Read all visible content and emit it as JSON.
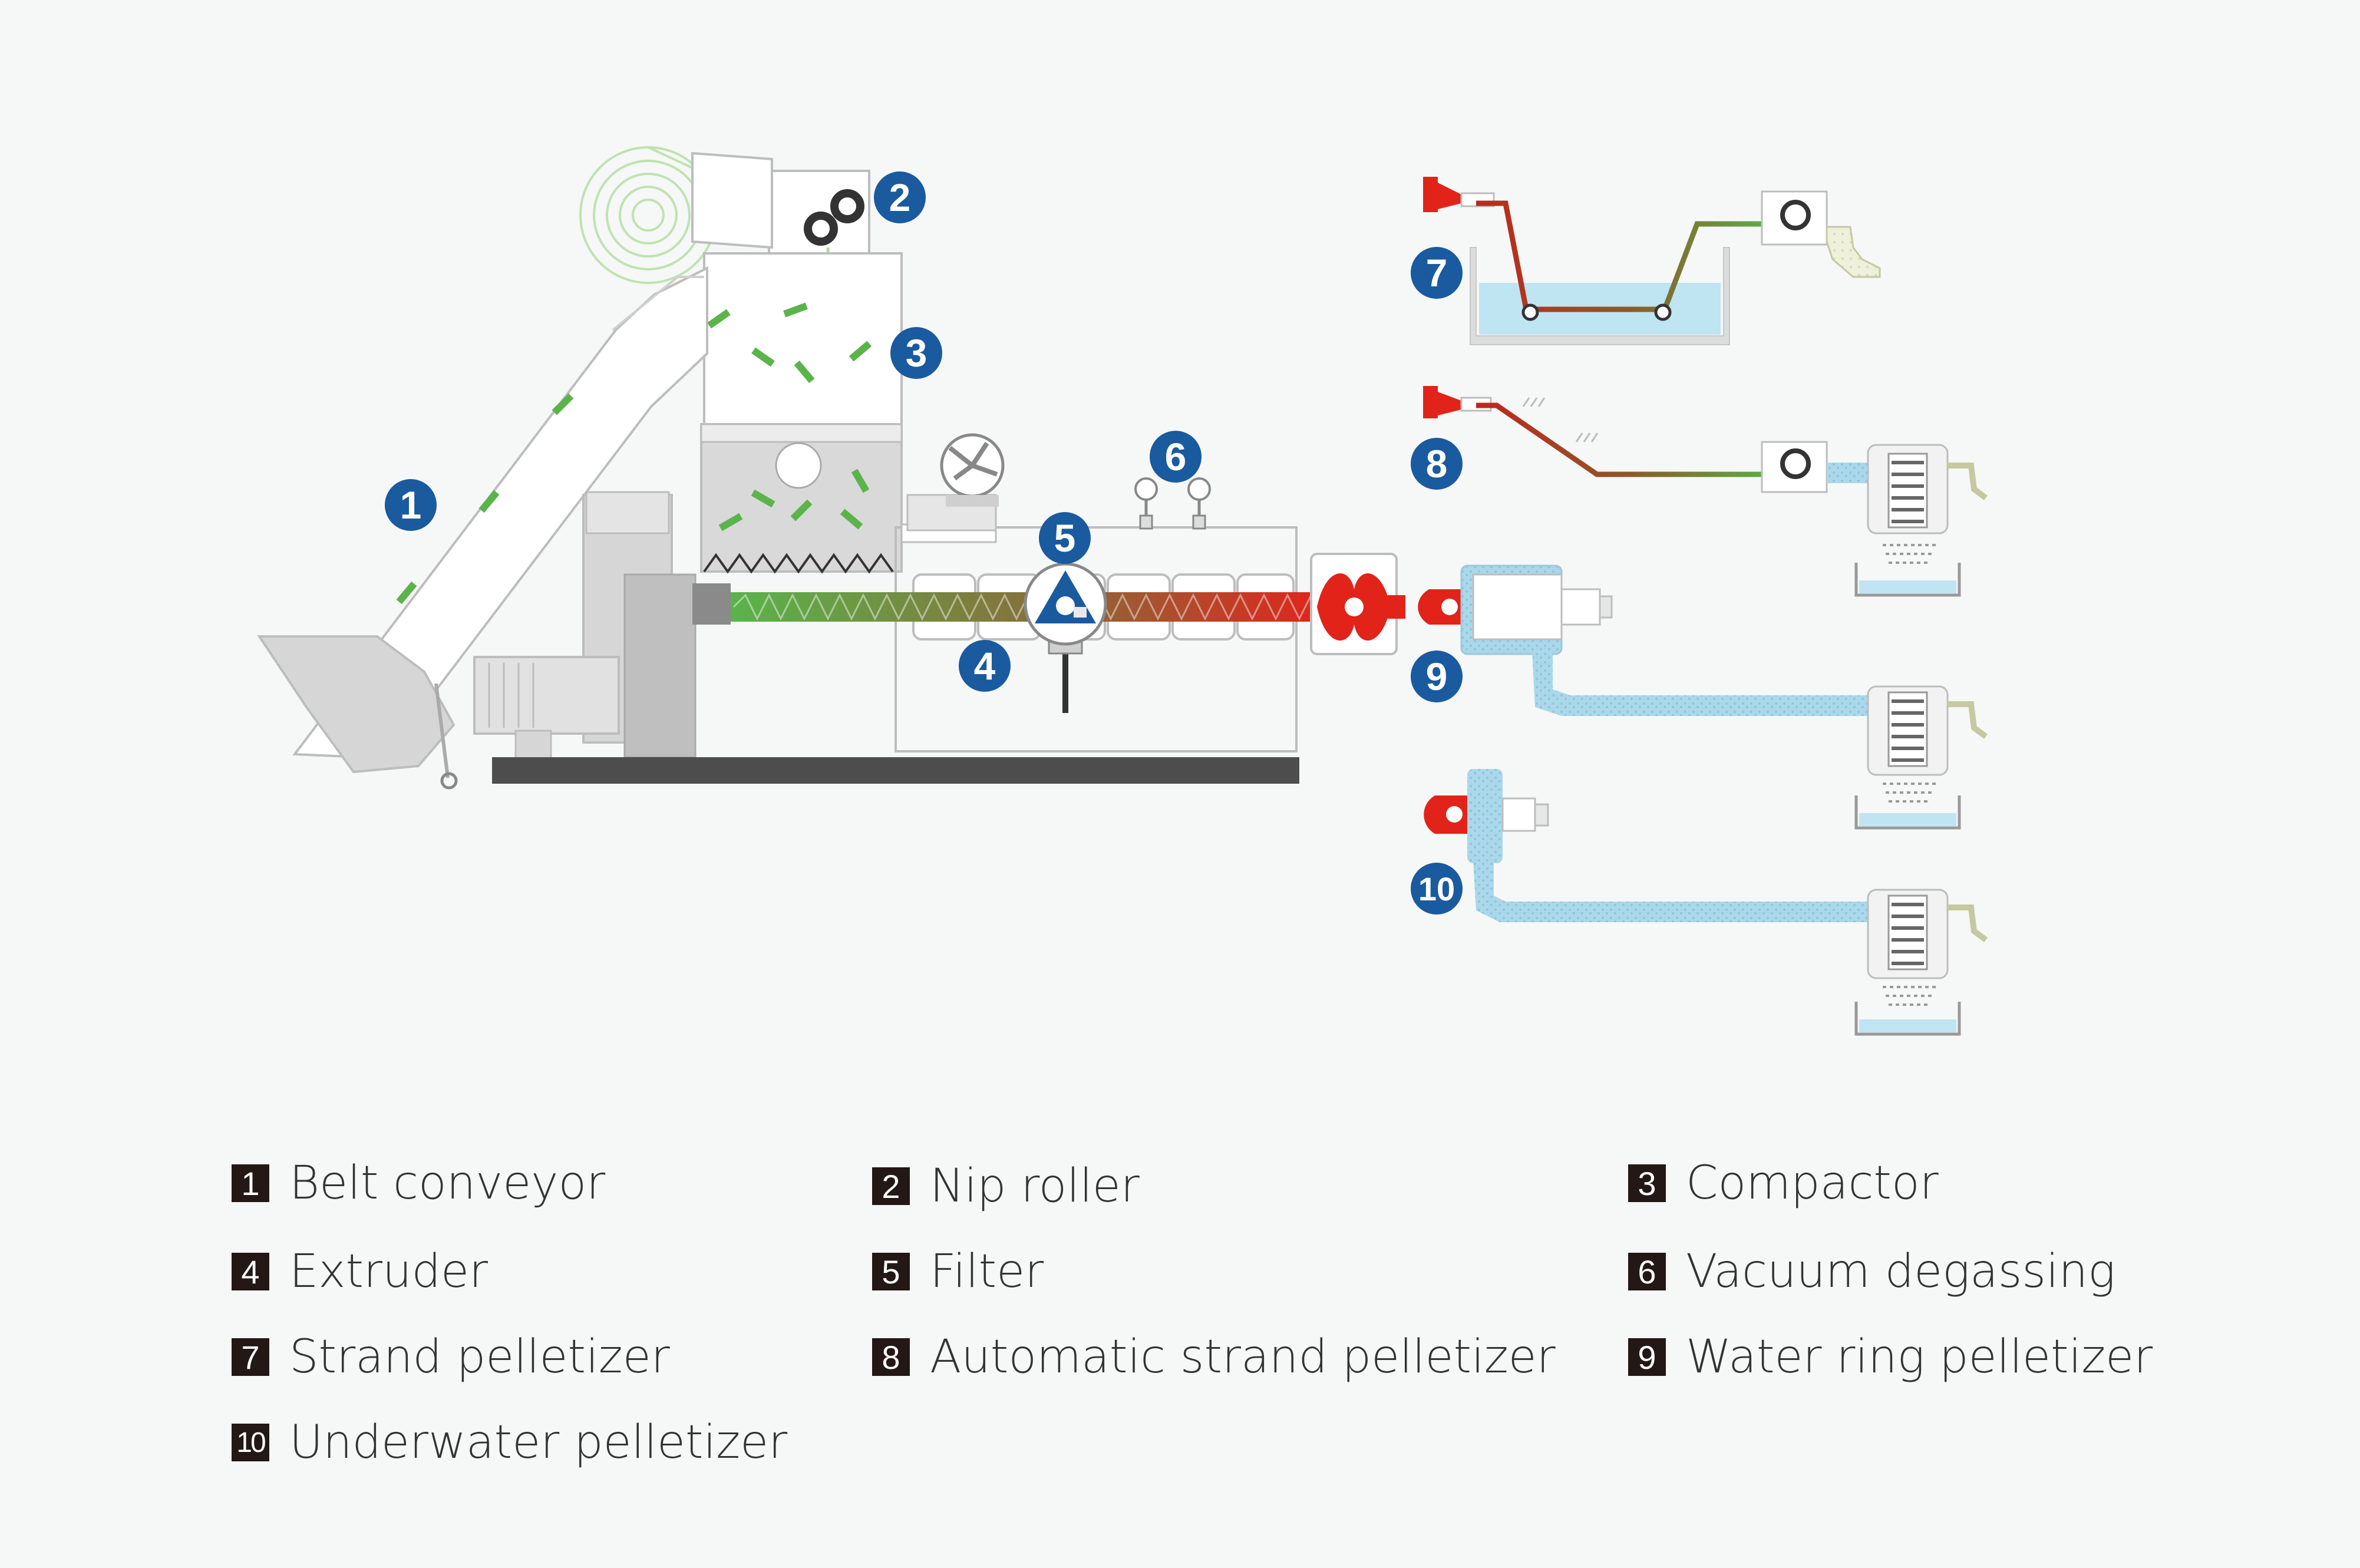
{
  "colors": {
    "badge": "#1a5a9f",
    "material_green": "#5ab44a",
    "melt_red": "#e2231a",
    "water_blue": "#a8d8ea",
    "machine_gray": "#d9d9d9",
    "base_dark": "#4d4d4d",
    "legend_box": "#231815"
  },
  "badges": [
    {
      "id": "belt-conveyor",
      "text": "1"
    },
    {
      "id": "nip-roller",
      "text": "2"
    },
    {
      "id": "compactor",
      "text": "3"
    },
    {
      "id": "extruder",
      "text": "4"
    },
    {
      "id": "filter",
      "text": "5"
    },
    {
      "id": "vacuum-degassing",
      "text": "6"
    },
    {
      "id": "strand-pelletizer",
      "text": "7"
    },
    {
      "id": "automatic-strand-pelletizer",
      "text": "8"
    },
    {
      "id": "water-ring-pelletizer",
      "text": "9"
    },
    {
      "id": "underwater-pelletizer",
      "text": "10"
    }
  ],
  "legend": [
    {
      "num": "1",
      "label": "Belt conveyor"
    },
    {
      "num": "2",
      "label": "Nip roller"
    },
    {
      "num": "3",
      "label": "Compactor"
    },
    {
      "num": "4",
      "label": "Extruder"
    },
    {
      "num": "5",
      "label": "Filter"
    },
    {
      "num": "6",
      "label": "Vacuum degassing"
    },
    {
      "num": "7",
      "label": "Strand pelletizer"
    },
    {
      "num": "8",
      "label": "Automatic strand pelletizer"
    },
    {
      "num": "9",
      "label": "Water ring pelletizer"
    },
    {
      "num": "10",
      "label": "Underwater pelletizer"
    }
  ]
}
